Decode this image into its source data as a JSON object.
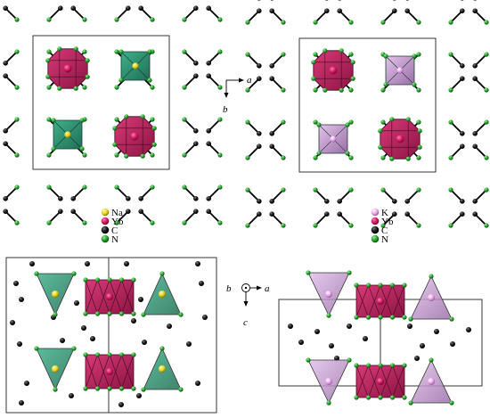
{
  "colors": {
    "Na": "#e8d21e",
    "K": "#e7a4e9",
    "Yb": "#d3145f",
    "C": "#000000",
    "N": "#1f9c25",
    "yb_polyhedron": "#b8195c",
    "na_polyhedron": "#2e8b6e",
    "k_polyhedron": "#b98ac2",
    "cell": "#222222"
  },
  "legend_na": {
    "na": "Na",
    "yb": "Yb",
    "c": "C",
    "n": "N"
  },
  "legend_k": {
    "k": "K",
    "yb": "Yb",
    "c": "C",
    "n": "N"
  },
  "axes_top": {
    "a": "a",
    "b": "b"
  },
  "axes_bottom": {
    "b": "b",
    "a": "a",
    "c": "c"
  }
}
